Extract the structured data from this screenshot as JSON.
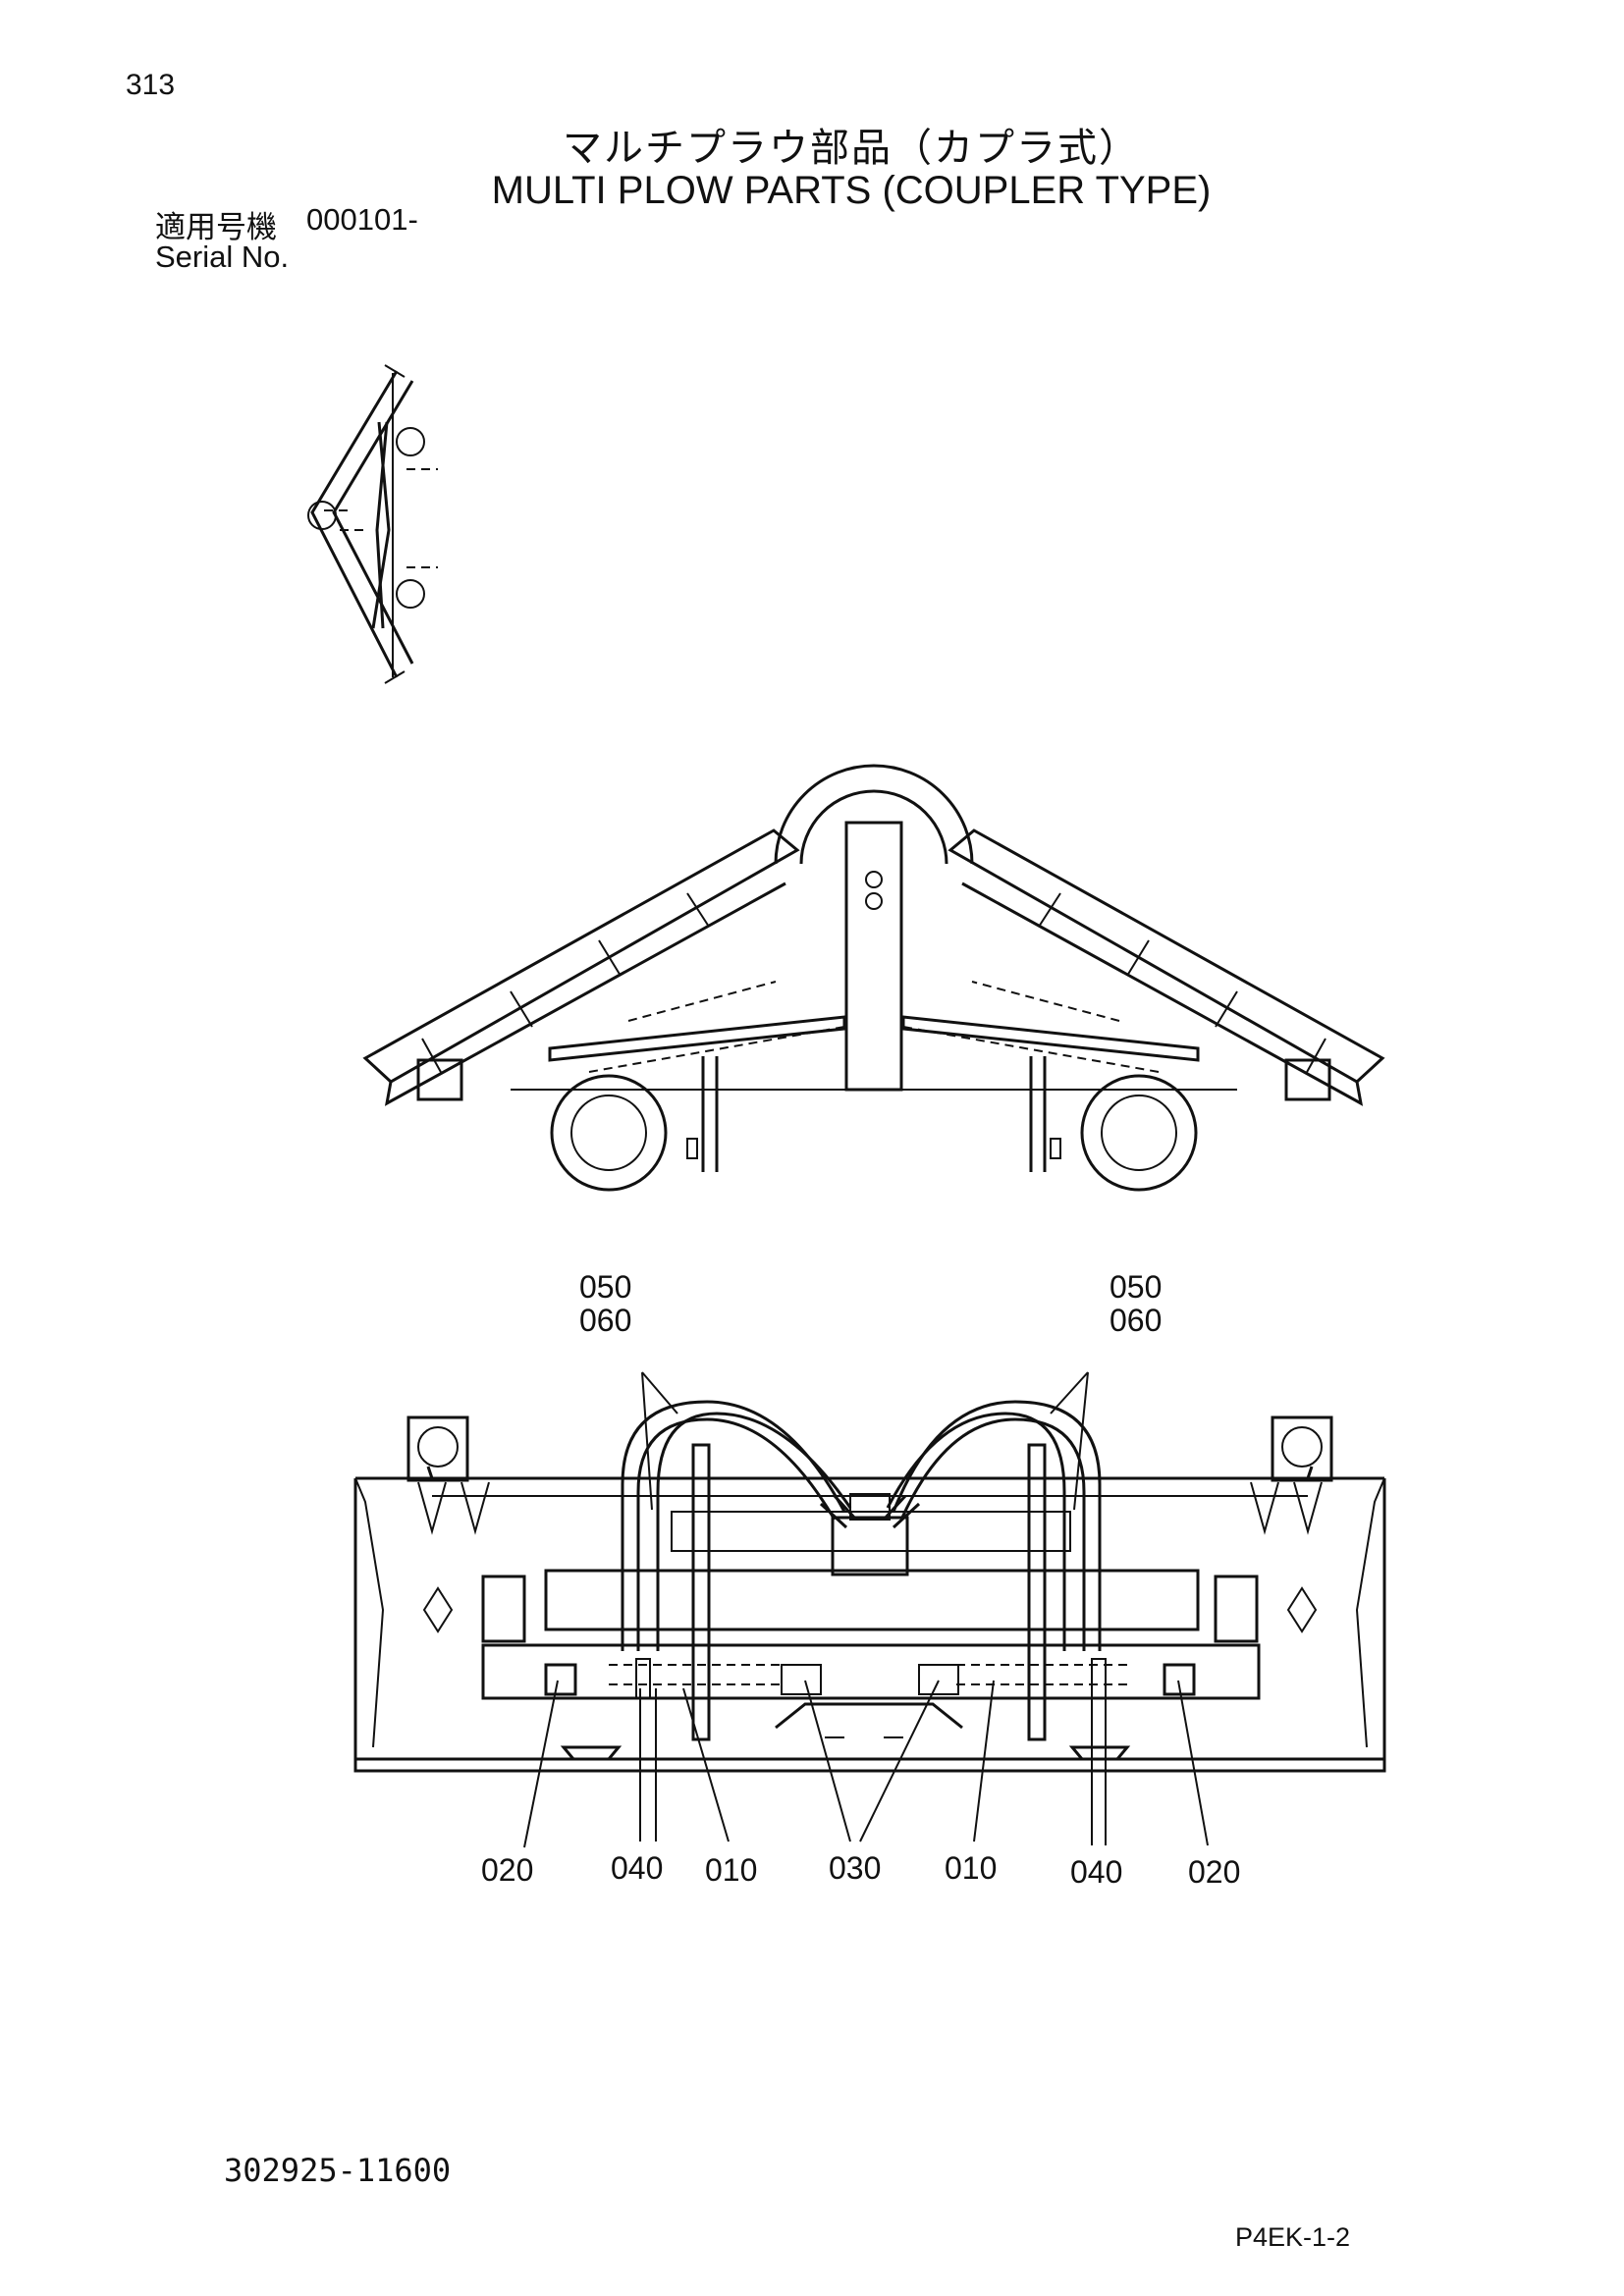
{
  "header": {
    "page_number": "313",
    "title_jp": "マルチプラウ部品（カプラ式）",
    "title_en": "MULTI PLOW PARTS (COUPLER TYPE)",
    "serial_label_jp": "適用号機",
    "serial_value": "000101-",
    "serial_label_en": "Serial No."
  },
  "callouts": {
    "left_050": "050",
    "left_060": "060",
    "right_050": "050",
    "right_060": "060",
    "bottom": [
      "020",
      "040",
      "010",
      "030",
      "010",
      "040",
      "020"
    ]
  },
  "footer": {
    "drawing_number": "302925-11600",
    "page_code": "P4EK-1-2"
  }
}
